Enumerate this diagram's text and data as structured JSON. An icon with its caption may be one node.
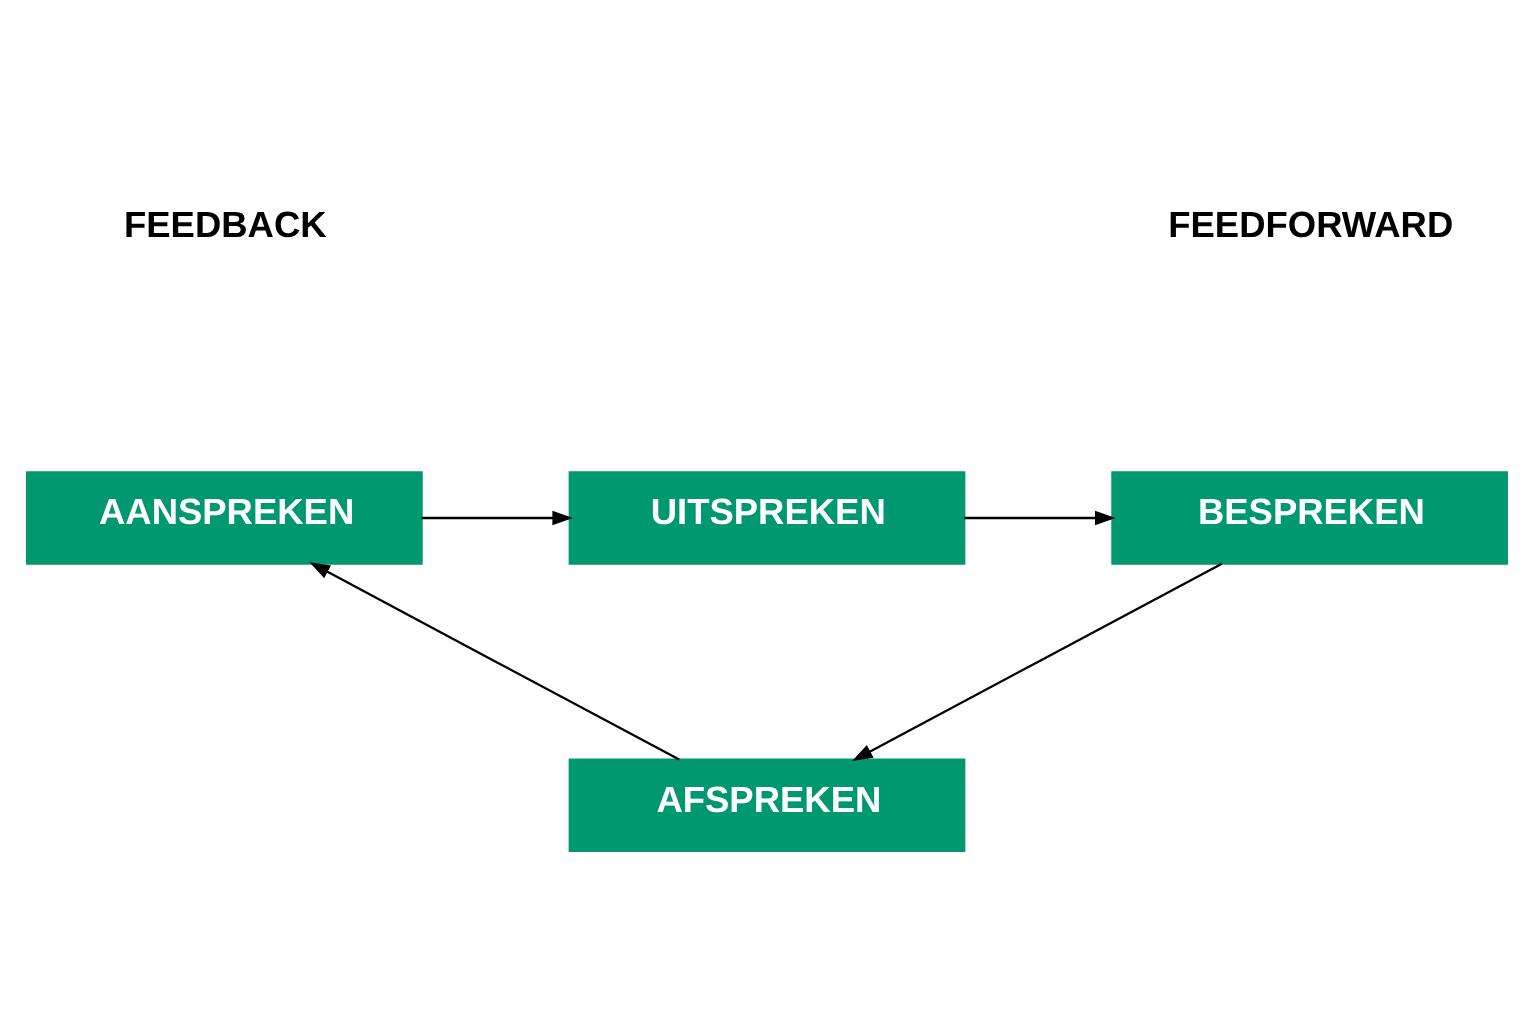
{
  "diagram": {
    "nodes": [
      {
        "text": [
          "UITSPREKEN"
        ]
      },
      {
        "text": [
          "AANSPREKEN"
        ]
      },
      {
        "text": [
          "BESPREKEN"
        ]
      },
      {
        "text": [
          "AFSPREKEN"
        ]
      }
    ],
    "edges": [
      {
        "from": 1,
        "to": 0,
        "arrow": "to"
      },
      {
        "from": 0,
        "to": 2,
        "arrow": "to"
      },
      {
        "from": 2,
        "to": 3,
        "arrow": "to"
      },
      {
        "from": 3,
        "to": 1,
        "arrow": "to"
      }
    ],
    "labels": [
      "FEEDBACK",
      "FEEDFORWARD"
    ]
  }
}
